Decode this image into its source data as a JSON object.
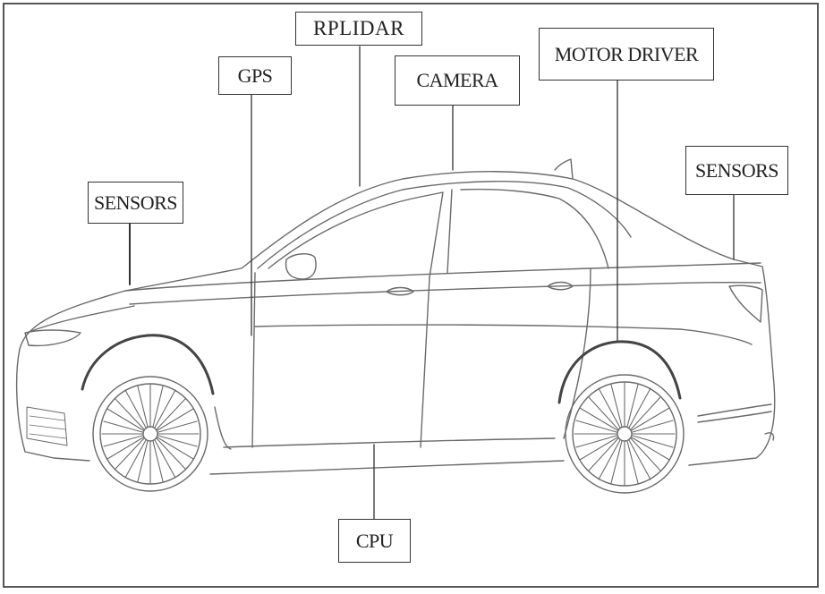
{
  "labels": {
    "rplidar": "RPLIDAR",
    "gps": "GPS",
    "camera": "CAMERA",
    "motor_driver": "MOTOR DRIVER",
    "sensors_front": "SENSORS",
    "sensors_rear": "SENSORS",
    "cpu": "CPU"
  }
}
